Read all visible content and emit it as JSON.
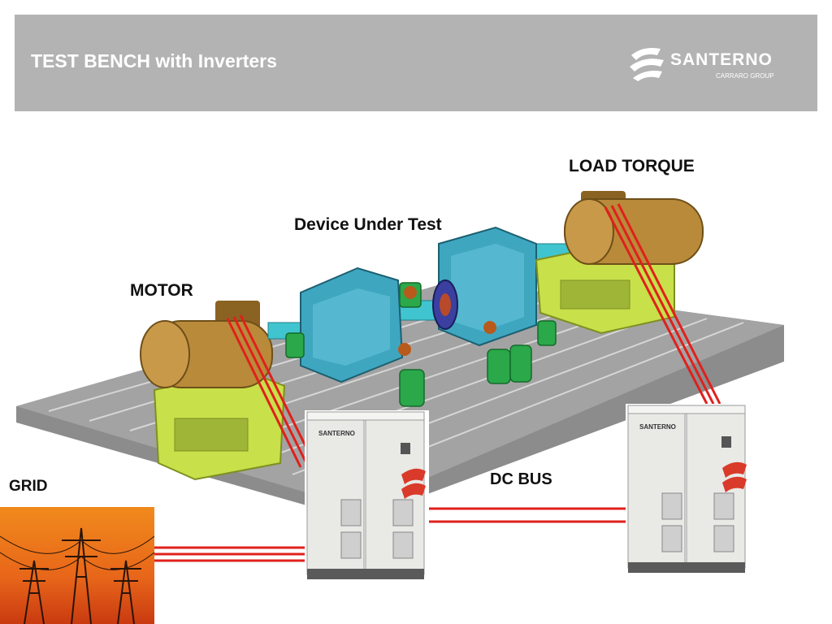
{
  "header": {
    "title": "TEST BENCH with Inverters",
    "logo": {
      "name": "SANTERNO",
      "subtitle": "CARRARO GROUP"
    },
    "background": "#b3b3b3"
  },
  "labels": {
    "load_torque": "LOAD TORQUE",
    "device_under_test": "Device Under Test",
    "motor": "MOTOR",
    "grid": "GRID",
    "dc_bus": "DC BUS"
  },
  "cabinet_brand": "SANTERNO",
  "colors": {
    "cable": "#e0201c",
    "motor": "#b98a3a",
    "frame": "#c8e04a",
    "gearbox": "#3fa6c0",
    "clamp": "#2aa84a",
    "platform": "#9a9a9a",
    "cabinet": "#e9e9e6",
    "grid_sky": "#e8661a"
  }
}
